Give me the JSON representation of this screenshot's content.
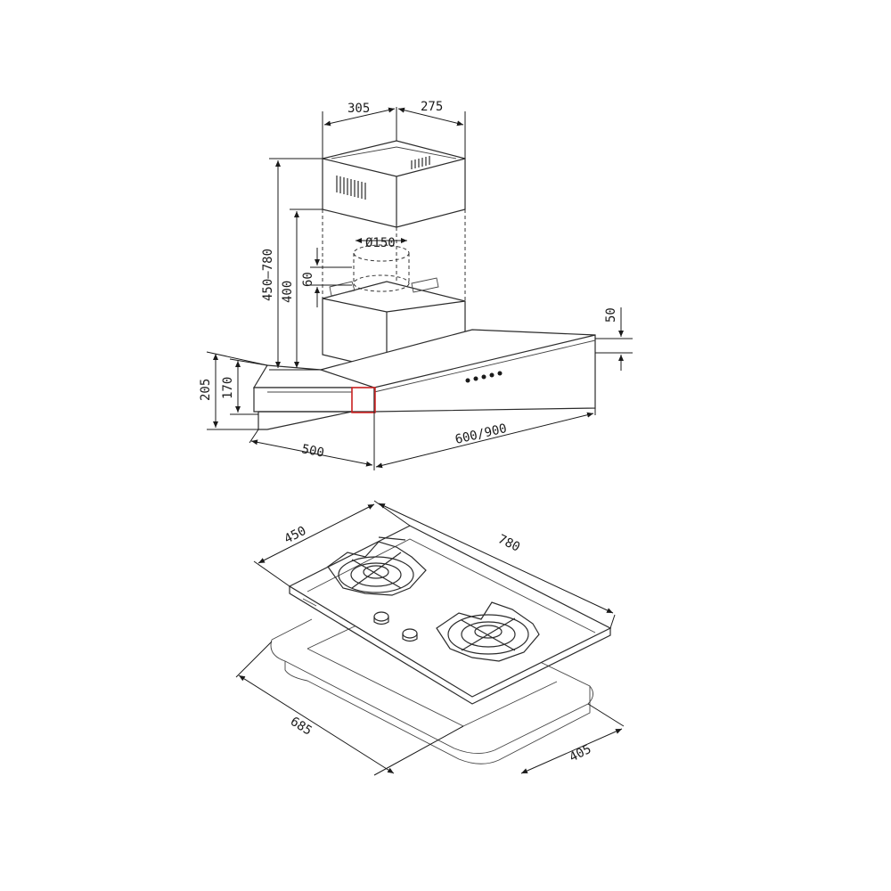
{
  "hood": {
    "dims": {
      "chimney_width": "305",
      "chimney_depth": "275",
      "chimney_height_range": "450–780",
      "inner_chimney_height": "400",
      "duct_diameter": "Ø150",
      "collar_height": "60",
      "panel_thickness": "50",
      "total_height": "205",
      "hood_height": "170",
      "hood_depth": "500",
      "hood_width": "600/900"
    }
  },
  "hob": {
    "dims": {
      "hob_depth": "450",
      "hob_width": "780",
      "cutout_width": "685",
      "cutout_depth": "405"
    }
  },
  "colors": {
    "line": "#2b2b2b",
    "highlight": "#d42020"
  }
}
